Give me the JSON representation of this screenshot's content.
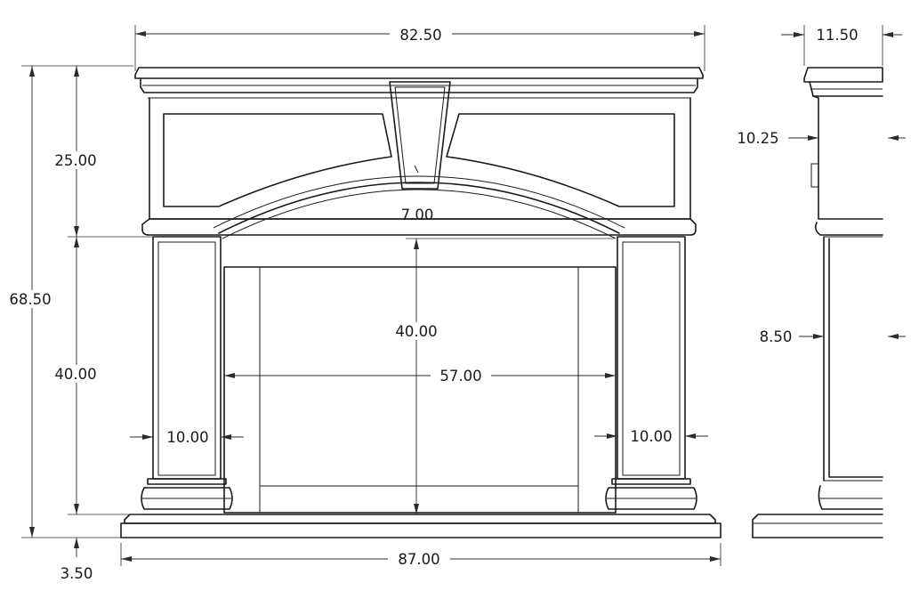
{
  "dimensions": {
    "total_width": "82.50",
    "depth": "11.50",
    "total_height": "68.50",
    "frieze_height": "25.00",
    "leg_height": "40.00",
    "opening_height": "40.00",
    "opening_width": "57.00",
    "keystone_gap": "7.00",
    "leg_width_left": "10.00",
    "leg_width_right": "10.00",
    "frieze_depth": "10.25",
    "leg_depth": "8.50",
    "base_width": "87.00",
    "base_height": "3.50"
  }
}
